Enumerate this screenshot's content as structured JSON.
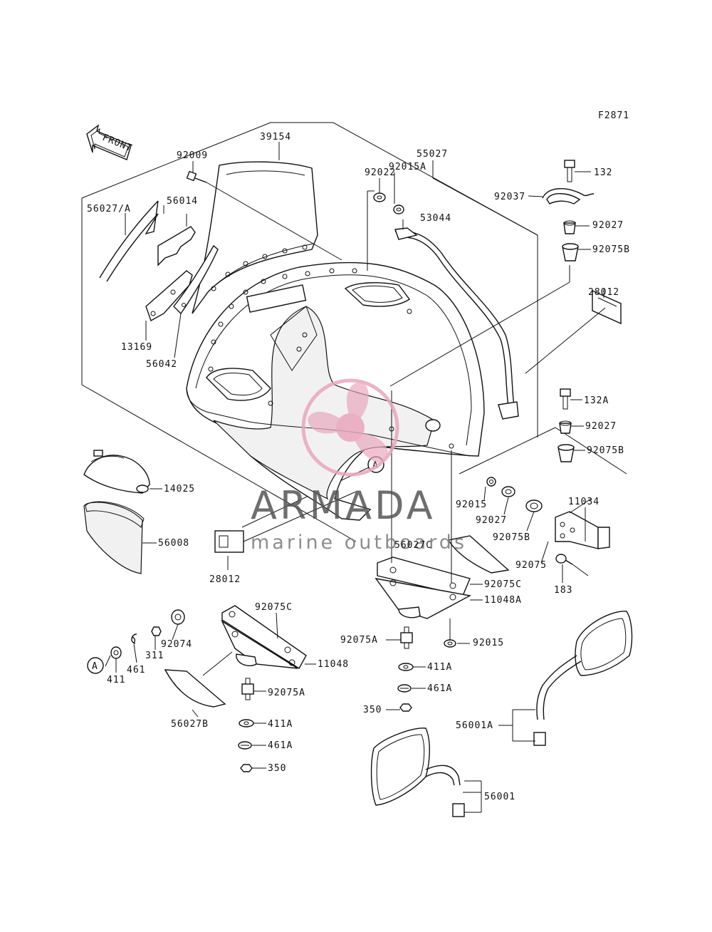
{
  "diagram": {
    "figure_code": "F2871",
    "front_label": "FRONT",
    "callout_label": "A",
    "parts": [
      {
        "id": "p-39154",
        "number": "39154"
      },
      {
        "id": "p-92009",
        "number": "92009"
      },
      {
        "id": "p-55027",
        "number": "55027"
      },
      {
        "id": "p-92022",
        "number": "92022"
      },
      {
        "id": "p-92015A",
        "number": "92015A"
      },
      {
        "id": "p-132",
        "number": "132"
      },
      {
        "id": "p-92037",
        "number": "92037"
      },
      {
        "id": "p-56027A",
        "number": "56027/A"
      },
      {
        "id": "p-56014",
        "number": "56014"
      },
      {
        "id": "p-53044",
        "number": "53044"
      },
      {
        "id": "p-92027-top",
        "number": "92027"
      },
      {
        "id": "p-92075B-top",
        "number": "92075B"
      },
      {
        "id": "p-28012-right",
        "number": "28012"
      },
      {
        "id": "p-13169",
        "number": "13169"
      },
      {
        "id": "p-56042",
        "number": "56042"
      },
      {
        "id": "p-132A",
        "number": "132A"
      },
      {
        "id": "p-92027-mid",
        "number": "92027"
      },
      {
        "id": "p-92075B-mid",
        "number": "92075B"
      },
      {
        "id": "p-14025",
        "number": "14025"
      },
      {
        "id": "p-92015-left",
        "number": "92015"
      },
      {
        "id": "p-92027-low",
        "number": "92027"
      },
      {
        "id": "p-11034",
        "number": "11034"
      },
      {
        "id": "p-92075B-low",
        "number": "92075B"
      },
      {
        "id": "p-56008",
        "number": "56008"
      },
      {
        "id": "p-56027C",
        "number": "56027C"
      },
      {
        "id": "p-92075",
        "number": "92075"
      },
      {
        "id": "p-183",
        "number": "183"
      },
      {
        "id": "p-28012-left",
        "number": "28012"
      },
      {
        "id": "p-92075C-right",
        "number": "92075C"
      },
      {
        "id": "p-11048A",
        "number": "11048A"
      },
      {
        "id": "p-92075C-left",
        "number": "92075C"
      },
      {
        "id": "p-92074",
        "number": "92074"
      },
      {
        "id": "p-311",
        "number": "311"
      },
      {
        "id": "p-461",
        "number": "461"
      },
      {
        "id": "p-411",
        "number": "411"
      },
      {
        "id": "p-92075A-right",
        "number": "92075A"
      },
      {
        "id": "p-92015-right",
        "number": "92015"
      },
      {
        "id": "p-11048",
        "number": "11048"
      },
      {
        "id": "p-411A-right",
        "number": "411A"
      },
      {
        "id": "p-461A-right",
        "number": "461A"
      },
      {
        "id": "p-350-right",
        "number": "350"
      },
      {
        "id": "p-92075A-left",
        "number": "92075A"
      },
      {
        "id": "p-56027B",
        "number": "56027B"
      },
      {
        "id": "p-411A-left",
        "number": "411A"
      },
      {
        "id": "p-461A-left",
        "number": "461A"
      },
      {
        "id": "p-350-left",
        "number": "350"
      },
      {
        "id": "p-56001A",
        "number": "56001A"
      },
      {
        "id": "p-56001",
        "number": "56001"
      }
    ]
  },
  "watermark": {
    "brand": "ARMADA",
    "tagline": "marine outboards",
    "logo_color": "#e9a6bd",
    "text_color": "#555555"
  }
}
